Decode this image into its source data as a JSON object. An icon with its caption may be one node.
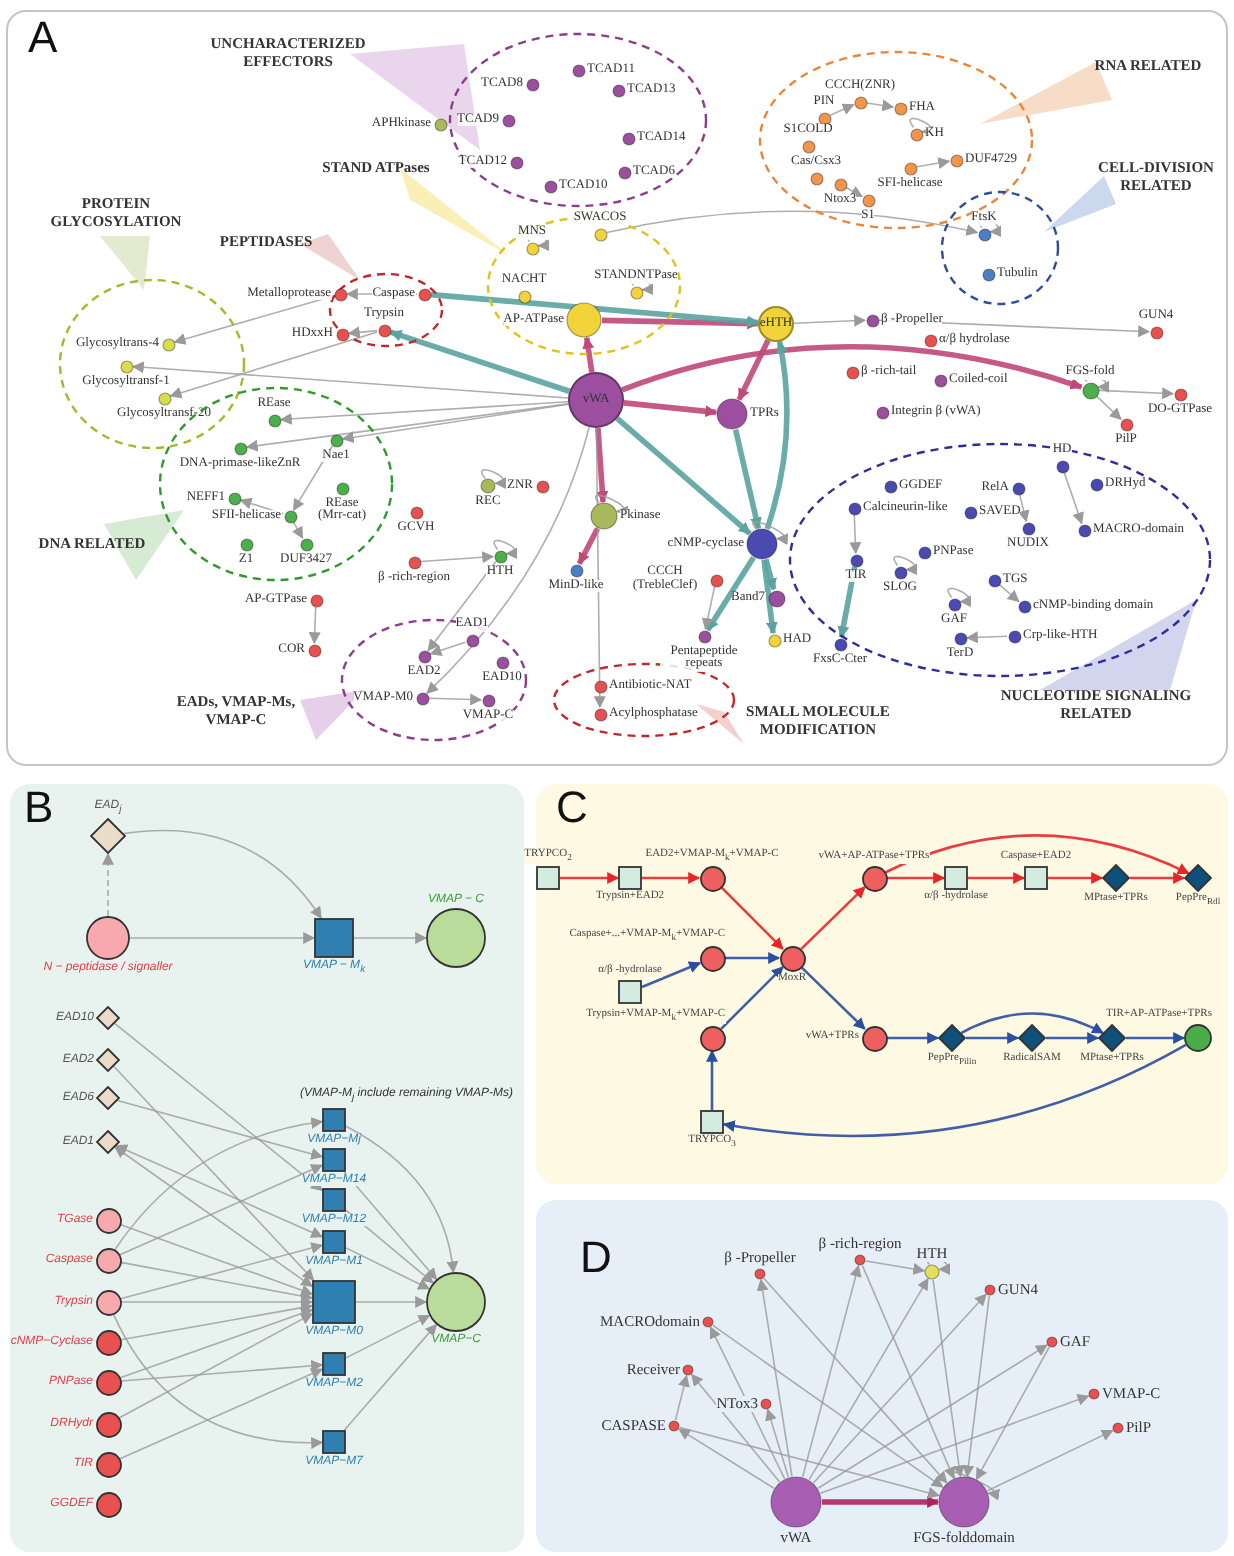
{
  "diagram": {
    "nodes": [
      {
        "text": [
          "UNCHARACTERIZED EFFECTORS"
        ]
      },
      {
        "text": [
          "TCAD11"
        ],
        "in": 0
      },
      {
        "text": [
          "TCAD8"
        ],
        "in": 0
      },
      {
        "text": [
          "TCAD13"
        ],
        "in": 0
      },
      {
        "text": [
          "TCAD9"
        ],
        "in": 0
      },
      {
        "text": [
          "TCAD14"
        ],
        "in": 0
      },
      {
        "text": [
          "TCAD12"
        ],
        "in": 0
      },
      {
        "text": [
          "TCAD10"
        ],
        "in": 0
      },
      {
        "text": [
          "TCAD6"
        ],
        "in": 0
      },
      {
        "text": [
          "APHkinase"
        ]
      },
      {
        "text": [
          "RNA RELATED"
        ]
      },
      {
        "text": [
          "CCCH(ZNR)"
        ],
        "in": 10
      },
      {
        "text": [
          "PIN"
        ],
        "in": 10
      },
      {
        "text": [
          "FHA"
        ],
        "in": 10
      },
      {
        "text": [
          "KH"
        ],
        "in": 10
      },
      {
        "text": [
          "S1COLD"
        ],
        "in": 10
      },
      {
        "text": [
          "Cas/Csx3"
        ],
        "in": 10
      },
      {
        "text": [
          "Ntox3"
        ],
        "in": 10
      },
      {
        "text": [
          "S1"
        ],
        "in": 10
      },
      {
        "text": [
          "SFI-helicase"
        ],
        "in": 10
      },
      {
        "text": [
          "DUF4729"
        ],
        "in": 10
      },
      {
        "text": [
          "CELL-DIVISION RELATED"
        ]
      },
      {
        "text": [
          "FtsK"
        ],
        "in": 21
      },
      {
        "text": [
          "Tubulin"
        ],
        "in": 21
      },
      {
        "text": [
          "STAND ATPases"
        ]
      },
      {
        "text": [
          "MNS"
        ],
        "in": 24
      },
      {
        "text": [
          "SWACOS"
        ],
        "in": 24
      },
      {
        "text": [
          "NACHT"
        ],
        "in": 24
      },
      {
        "text": [
          "STANDNTPase"
        ],
        "in": 24
      },
      {
        "text": [
          "AP-ATPase"
        ],
        "in": 24
      },
      {
        "text": [
          "PROTEIN GLYCOSYLATION"
        ]
      },
      {
        "text": [
          "Glycosyltrans-4"
        ],
        "in": 30
      },
      {
        "text": [
          "Glycosyltransf-1"
        ],
        "in": 30
      },
      {
        "text": [
          "Glycosyltransf-20"
        ],
        "in": 30
      },
      {
        "text": [
          "PEPTIDASES"
        ]
      },
      {
        "text": [
          "Caspase"
        ],
        "in": 34
      },
      {
        "text": [
          "Trypsin"
        ],
        "in": 34
      },
      {
        "text": [
          "Metalloprotease"
        ]
      },
      {
        "text": [
          "HDxxH"
        ]
      },
      {
        "text": [
          "eHTH"
        ]
      },
      {
        "text": [
          "β -Propeller"
        ]
      },
      {
        "text": [
          "α/β hydrolase"
        ]
      },
      {
        "text": [
          "GUN4"
        ]
      },
      {
        "text": [
          "β -rich-tail"
        ]
      },
      {
        "text": [
          "Coiled-coil"
        ]
      },
      {
        "text": [
          "FGS-fold"
        ]
      },
      {
        "text": [
          "vWA"
        ]
      },
      {
        "text": [
          "TPRs"
        ]
      },
      {
        "text": [
          "Integrin β (vWA)"
        ]
      },
      {
        "text": [
          "DO-GTPase"
        ]
      },
      {
        "text": [
          "PilP"
        ]
      },
      {
        "text": [
          "DNA RELATED"
        ]
      },
      {
        "text": [
          "REase"
        ],
        "in": 51
      },
      {
        "text": [
          "DNA-primase-likeZnR"
        ],
        "in": 51
      },
      {
        "text": [
          "Nae1"
        ],
        "in": 51
      },
      {
        "text": [
          "NEFF1"
        ],
        "in": 51
      },
      {
        "text": [
          "SFII-helicase"
        ],
        "in": 51
      },
      {
        "text": [
          "REase (Mrr-cat)"
        ],
        "in": 51
      },
      {
        "text": [
          "Z1"
        ],
        "in": 51
      },
      {
        "text": [
          "DUF3427"
        ],
        "in": 51
      },
      {
        "text": [
          "GCVH"
        ]
      },
      {
        "text": [
          "REC"
        ]
      },
      {
        "text": [
          "ZNR"
        ]
      },
      {
        "text": [
          "Pkinase"
        ]
      },
      {
        "text": [
          "β -rich-region"
        ]
      },
      {
        "text": [
          "HTH"
        ]
      },
      {
        "text": [
          "MinD-like"
        ]
      },
      {
        "text": [
          "AP-GTPase"
        ]
      },
      {
        "text": [
          "COR"
        ]
      },
      {
        "text": [
          "NUCLEOTIDE SIGNALING RELATED"
        ]
      },
      {
        "text": [
          "HD"
        ],
        "in": 69
      },
      {
        "text": [
          "RelA"
        ],
        "in": 69
      },
      {
        "text": [
          "DRHyd"
        ],
        "in": 69
      },
      {
        "text": [
          "GGDEF"
        ],
        "in": 69
      },
      {
        "text": [
          "Calcineurin-like"
        ],
        "in": 69
      },
      {
        "text": [
          "SAVED"
        ],
        "in": 69
      },
      {
        "text": [
          "MACRO-domain"
        ],
        "in": 69
      },
      {
        "text": [
          "NUDIX"
        ],
        "in": 69
      },
      {
        "text": [
          "PNPase"
        ],
        "in": 69
      },
      {
        "text": [
          "TIR"
        ],
        "in": 69
      },
      {
        "text": [
          "SLOG"
        ],
        "in": 69
      },
      {
        "text": [
          "TGS"
        ],
        "in": 69
      },
      {
        "text": [
          "GAF"
        ],
        "in": 69
      },
      {
        "text": [
          "cNMP-binding domain"
        ],
        "in": 69
      },
      {
        "text": [
          "Crp-like-HTH"
        ],
        "in": 69
      },
      {
        "text": [
          "TerD"
        ],
        "in": 69
      },
      {
        "text": [
          "cNMP-cyclase"
        ]
      },
      {
        "text": [
          "CCCH (TrebleClef)"
        ]
      },
      {
        "text": [
          "Band7"
        ]
      },
      {
        "text": [
          "FxsC-Cter"
        ]
      },
      {
        "text": [
          "Pentapeptide repeats"
        ]
      },
      {
        "text": [
          "HAD"
        ]
      },
      {
        "text": [
          "EADs, VMAP-Ms, VMAP-C"
        ]
      },
      {
        "text": [
          "EAD1"
        ],
        "in": 92
      },
      {
        "text": [
          "EAD2"
        ],
        "in": 92
      },
      {
        "text": [
          "EAD10"
        ],
        "in": 92
      },
      {
        "text": [
          "VMAP-M0"
        ],
        "in": 92
      },
      {
        "text": [
          "VMAP-C"
        ],
        "in": 92
      },
      {
        "text": [
          "SMALL MOLECULE MODIFICATION"
        ]
      },
      {
        "text": [
          "Antibiotic-NAT"
        ],
        "in": 98
      },
      {
        "text": [
          "Acylphosphatase"
        ],
        "in": 98
      },
      {
        "text": [
          "EAD$_{j}$"
        ]
      },
      {
        "text": [
          "N − peptidase / signaller"
        ]
      },
      {
        "text": [
          "VMAP − M$_{k}$"
        ]
      },
      {
        "text": [
          "VMAP − C"
        ]
      },
      {
        "text": [
          "EAD10"
        ]
      },
      {
        "text": [
          "EAD2"
        ]
      },
      {
        "text": [
          "EAD6"
        ]
      },
      {
        "text": [
          "EAD1"
        ]
      },
      {
        "text": [
          "VMAP−Mj"
        ]
      },
      {
        "text": [
          "VMAP−M14"
        ]
      },
      {
        "text": [
          "VMAP−M12"
        ]
      },
      {
        "text": [
          "VMAP−M1"
        ]
      },
      {
        "text": [
          "TGase"
        ]
      },
      {
        "text": [
          "Caspase"
        ]
      },
      {
        "text": [
          "VMAP−M0"
        ]
      },
      {
        "text": [
          "VMAP−C"
        ]
      },
      {
        "text": [
          "Trypsin"
        ]
      },
      {
        "text": [
          "cNMP−Cyclase"
        ]
      },
      {
        "text": [
          "VMAP−M2"
        ]
      },
      {
        "text": [
          "PNPase"
        ]
      },
      {
        "text": [
          "DRHydr"
        ]
      },
      {
        "text": [
          "TIR"
        ]
      },
      {
        "text": [
          "VMAP−M7"
        ]
      },
      {
        "text": [
          "GGDEF"
        ]
      },
      {
        "text": [
          "TRYPCO$_{2}$"
        ]
      },
      {
        "text": [
          "Trypsin+EAD2"
        ]
      },
      {
        "text": [
          "EAD2+VMAP-M$_{k}$+VMAP-C"
        ]
      },
      {
        "text": [
          "vWA+AP-ATPase+TPRs"
        ]
      },
      {
        "text": [
          "α/β -hydrolase"
        ]
      },
      {
        "text": [
          "Caspase+EAD2"
        ]
      },
      {
        "text": [
          "MPtase+TPRs"
        ]
      },
      {
        "text": [
          "PepPre$_{Rdl}$"
        ]
      },
      {
        "text": [
          "Caspase+...+VMAP-M$_{k}$+VMAP-C"
        ]
      },
      {
        "text": [
          "α/β -hydrolase"
        ]
      },
      {
        "text": [
          "MoxR"
        ]
      },
      {
        "text": [
          "Trypsin+VMAP-M$_{k}$+VMAP-C"
        ]
      },
      {
        "text": [
          "vWA+TPRs"
        ]
      },
      {
        "text": [
          "PepPre$_{Pilin}$"
        ]
      },
      {
        "text": [
          "RadicalSAM"
        ]
      },
      {
        "text": [
          "TIR+AP-ATPase+TPRs"
        ]
      },
      {
        "text": [
          "MPtase+TPRs"
        ]
      },
      {
        "text": [
          "TRYPCO$_{3}$"
        ]
      },
      {
        "text": [
          "β -rich-region"
        ]
      },
      {
        "text": [
          "β -Propeller"
        ]
      },
      {
        "text": [
          "HTH"
        ]
      },
      {
        "text": [
          "GUN4"
        ]
      },
      {
        "text": [
          "MACROdomain"
        ]
      },
      {
        "text": [
          "GAF"
        ]
      },
      {
        "text": [
          "Receiver"
        ]
      },
      {
        "text": [
          "NTox3"
        ]
      },
      {
        "text": [
          "VMAP-C"
        ]
      },
      {
        "text": [
          "CASPASE"
        ]
      },
      {
        "text": [
          "PilP"
        ]
      },
      {
        "text": [
          "vWA"
        ]
      },
      {
        "text": [
          "FGS-folddomain"
        ]
      }
    ],
    "edges": [
      {
        "from": 29,
        "to": 39,
        "arrow": "to",
        "style": "thick",
        "color": "#c0487a"
      },
      {
        "from": 46,
        "to": 29,
        "arrow": "to",
        "style": "thick",
        "color": "#c0487a"
      },
      {
        "from": 46,
        "to": 63,
        "arrow": "to",
        "style": "thick",
        "color": "#c0487a"
      },
      {
        "from": 63,
        "to": 66,
        "arrow": "to",
        "style": "thick",
        "color": "#c0487a"
      },
      {
        "from": 46,
        "to": 45,
        "arrow": "to",
        "style": "thick",
        "color": "#c0487a"
      },
      {
        "from": 39,
        "to": 47,
        "arrow": "to",
        "style": "thick",
        "color": "#c0487a"
      },
      {
        "from": 46,
        "to": 47,
        "arrow": "to",
        "style": "thick",
        "color": "#c0487a"
      },
      {
        "from": 46,
        "to": 86,
        "arrow": "to",
        "style": "thick",
        "color": "#5aa3a0"
      },
      {
        "from": 46,
        "to": 36,
        "arrow": "to",
        "style": "thick",
        "color": "#5aa3a0"
      },
      {
        "from": 35,
        "to": 39,
        "arrow": "to",
        "style": "thick",
        "color": "#5aa3a0"
      },
      {
        "from": 47,
        "to": 86,
        "arrow": "to",
        "style": "thick",
        "color": "#5aa3a0"
      },
      {
        "from": 86,
        "to": 39,
        "arrow": "to",
        "style": "thick",
        "color": "#5aa3a0"
      },
      {
        "from": 86,
        "to": 90,
        "arrow": "to",
        "style": "thick",
        "color": "#5aa3a0"
      },
      {
        "from": 86,
        "to": 91,
        "arrow": "to",
        "style": "thick",
        "color": "#5aa3a0"
      },
      {
        "from": 86,
        "to": 88,
        "arrow": "to",
        "style": "thick",
        "color": "#5aa3a0"
      },
      {
        "from": 79,
        "to": 89,
        "arrow": "to",
        "style": "thick",
        "color": "#5aa3a0"
      },
      {
        "from": 25,
        "to": 25,
        "arrow": "to"
      },
      {
        "from": 28,
        "to": 28,
        "arrow": "to"
      },
      {
        "from": 14,
        "to": 14,
        "arrow": "to"
      },
      {
        "from": 22,
        "to": 22,
        "arrow": "to"
      },
      {
        "from": 45,
        "to": 45,
        "arrow": "to"
      },
      {
        "from": 61,
        "to": 61,
        "arrow": "to"
      },
      {
        "from": 65,
        "to": 65,
        "arrow": "to"
      },
      {
        "from": 80,
        "to": 80,
        "arrow": "to"
      },
      {
        "from": 82,
        "to": 82,
        "arrow": "to"
      },
      {
        "from": 86,
        "to": 86,
        "arrow": "to"
      },
      {
        "from": 63,
        "to": 63,
        "arrow": "to"
      },
      {
        "from": 12,
        "to": 11,
        "arrow": "to"
      },
      {
        "from": 11,
        "to": 13,
        "arrow": "to"
      },
      {
        "from": 19,
        "to": 20,
        "arrow": "to"
      },
      {
        "from": 17,
        "to": 18,
        "arrow": "to"
      },
      {
        "from": 67,
        "to": 68,
        "arrow": "to"
      },
      {
        "from": 46,
        "to": 52,
        "arrow": "to"
      },
      {
        "from": 46,
        "to": 54,
        "arrow": "to"
      },
      {
        "from": 54,
        "to": 56,
        "arrow": "to"
      },
      {
        "from": 56,
        "to": 55,
        "arrow": "to"
      },
      {
        "from": 56,
        "to": 59,
        "arrow": "to"
      },
      {
        "from": 46,
        "to": 53,
        "arrow": "to"
      },
      {
        "from": 35,
        "to": 37,
        "arrow": "to"
      },
      {
        "from": 36,
        "to": 38,
        "arrow": "to"
      },
      {
        "from": 96,
        "to": 97,
        "arrow": "to"
      },
      {
        "from": 93,
        "to": 94,
        "arrow": "to"
      },
      {
        "from": 65,
        "to": 94,
        "arrow": "to"
      },
      {
        "from": 46,
        "to": 96,
        "arrow": "to"
      },
      {
        "from": 26,
        "to": 22,
        "arrow": "to"
      },
      {
        "from": 39,
        "to": 40,
        "arrow": "to"
      },
      {
        "from": 37,
        "to": 31,
        "arrow": "to"
      },
      {
        "from": 46,
        "to": 32,
        "arrow": "to"
      },
      {
        "from": 36,
        "to": 33,
        "arrow": "to"
      },
      {
        "from": 84,
        "to": 85,
        "arrow": "to"
      },
      {
        "from": 81,
        "to": 83,
        "arrow": "to"
      },
      {
        "from": 74,
        "to": 79,
        "arrow": "to"
      },
      {
        "from": 70,
        "to": 76,
        "arrow": "to"
      },
      {
        "from": 71,
        "to": 77,
        "arrow": "to"
      },
      {
        "from": 64,
        "to": 65,
        "arrow": "to"
      },
      {
        "from": 46,
        "to": 100,
        "arrow": "to"
      },
      {
        "from": 45,
        "to": 49,
        "arrow": "to"
      },
      {
        "from": 45,
        "to": 50,
        "arrow": "to"
      },
      {
        "from": 40,
        "to": 42,
        "arrow": "to"
      },
      {
        "from": 143,
        "to": 155,
        "arrow": "to"
      },
      {
        "from": 146,
        "to": 155,
        "arrow": "to"
      },
      {
        "from": 148,
        "to": 155,
        "arrow": "to"
      },
      {
        "from": 87,
        "to": 90,
        "arrow": "to"
      },
      {
        "from": 102,
        "to": 101,
        "arrow": "to",
        "style": "dashed"
      },
      {
        "from": 101,
        "to": 103,
        "arrow": "to"
      },
      {
        "from": 102,
        "to": 103,
        "arrow": "to"
      },
      {
        "from": 103,
        "to": 104,
        "arrow": "to"
      },
      {
        "from": 105,
        "to": 111,
        "arrow": "to"
      },
      {
        "from": 106,
        "to": 115,
        "arrow": "to"
      },
      {
        "from": 107,
        "to": 110,
        "arrow": "to"
      },
      {
        "from": 108,
        "to": 115,
        "arrow": "both"
      },
      {
        "from": 108,
        "to": 112,
        "arrow": "both"
      },
      {
        "from": 113,
        "to": 115,
        "arrow": "to"
      },
      {
        "from": 114,
        "to": 109,
        "arrow": "to"
      },
      {
        "from": 114,
        "to": 110,
        "arrow": "to"
      },
      {
        "from": 114,
        "to": 115,
        "arrow": "to"
      },
      {
        "from": 117,
        "to": 112,
        "arrow": "to"
      },
      {
        "from": 117,
        "to": 115,
        "arrow": "to"
      },
      {
        "from": 117,
        "to": 123,
        "arrow": "to"
      },
      {
        "from": 118,
        "to": 115,
        "arrow": "to"
      },
      {
        "from": 120,
        "to": 115,
        "arrow": "to"
      },
      {
        "from": 120,
        "to": 119,
        "arrow": "to"
      },
      {
        "from": 121,
        "to": 115,
        "arrow": "to"
      },
      {
        "from": 122,
        "to": 119,
        "arrow": "to"
      },
      {
        "from": 109,
        "to": 116,
        "arrow": "to"
      },
      {
        "from": 110,
        "to": 116,
        "arrow": "to"
      },
      {
        "from": 111,
        "to": 116,
        "arrow": "to"
      },
      {
        "from": 112,
        "to": 116,
        "arrow": "to"
      },
      {
        "from": 115,
        "to": 116,
        "arrow": "to"
      },
      {
        "from": 119,
        "to": 116,
        "arrow": "to"
      },
      {
        "from": 123,
        "to": 116,
        "arrow": "to"
      },
      {
        "from": 125,
        "to": 126,
        "arrow": "to",
        "color": "#e8262a"
      },
      {
        "from": 126,
        "to": 127,
        "arrow": "to",
        "color": "#e8262a"
      },
      {
        "from": 127,
        "to": 135,
        "arrow": "to",
        "color": "#e8262a"
      },
      {
        "from": 135,
        "to": 128,
        "arrow": "to",
        "color": "#e8262a"
      },
      {
        "from": 128,
        "to": 129,
        "arrow": "to",
        "color": "#e8262a"
      },
      {
        "from": 129,
        "to": 130,
        "arrow": "to",
        "color": "#e8262a"
      },
      {
        "from": 130,
        "to": 131,
        "arrow": "to",
        "color": "#e8262a"
      },
      {
        "from": 131,
        "to": 132,
        "arrow": "to",
        "color": "#e8262a"
      },
      {
        "from": 128,
        "to": 132,
        "arrow": "to",
        "color": "#e8262a"
      },
      {
        "from": 134,
        "to": 133,
        "arrow": "to",
        "color": "#2a4f9e"
      },
      {
        "from": 133,
        "to": 135,
        "arrow": "to",
        "color": "#2a4f9e"
      },
      {
        "from": 142,
        "to": 136,
        "arrow": "to",
        "color": "#2a4f9e"
      },
      {
        "from": 136,
        "to": 135,
        "arrow": "to",
        "color": "#2a4f9e"
      },
      {
        "from": 135,
        "to": 137,
        "arrow": "to",
        "color": "#2a4f9e"
      },
      {
        "from": 137,
        "to": 138,
        "arrow": "to",
        "color": "#2a4f9e"
      },
      {
        "from": 138,
        "to": 139,
        "arrow": "to",
        "color": "#2a4f9e"
      },
      {
        "from": 139,
        "to": 141,
        "arrow": "to",
        "color": "#2a4f9e"
      },
      {
        "from": 141,
        "to": 140,
        "arrow": "to",
        "color": "#2a4f9e"
      },
      {
        "from": 138,
        "to": 141,
        "arrow": "to",
        "color": "#2a4f9e"
      },
      {
        "from": 140,
        "to": 142,
        "arrow": "to",
        "color": "#2a4f9e"
      },
      {
        "from": 154,
        "to": 155,
        "arrow": "to",
        "style": "thick",
        "color": "#b0215f"
      },
      {
        "from": 155,
        "to": 155,
        "arrow": "to"
      },
      {
        "from": 145,
        "to": 145,
        "arrow": "to"
      },
      {
        "from": 143,
        "to": 145,
        "arrow": "to"
      },
      {
        "from": 145,
        "to": 155,
        "arrow": "to"
      },
      {
        "from": 154,
        "to": 144,
        "arrow": "to"
      },
      {
        "from": 154,
        "to": 143,
        "arrow": "to"
      },
      {
        "from": 154,
        "to": 145,
        "arrow": "to"
      },
      {
        "from": 154,
        "to": 146,
        "arrow": "to"
      },
      {
        "from": 154,
        "to": 147,
        "arrow": "to"
      },
      {
        "from": 154,
        "to": 149,
        "arrow": "to"
      },
      {
        "from": 154,
        "to": 150,
        "arrow": "to"
      },
      {
        "from": 154,
        "to": 148,
        "arrow": "to"
      },
      {
        "from": 154,
        "to": 151,
        "arrow": "to"
      },
      {
        "from": 154,
        "to": 152,
        "arrow": "to"
      },
      {
        "from": 144,
        "to": 155,
        "arrow": "to"
      },
      {
        "from": 147,
        "to": 155,
        "arrow": "to"
      },
      {
        "from": 152,
        "to": 155,
        "arrow": "to"
      },
      {
        "from": 155,
        "to": 153,
        "arrow": "to"
      },
      {
        "from": 152,
        "to": 149,
        "arrow": "to"
      }
    ],
    "labels": [
      "A",
      "B",
      "C",
      "D",
      "(VMAP-M$_{j}$ include remaining VMAP-Ms)"
    ]
  }
}
